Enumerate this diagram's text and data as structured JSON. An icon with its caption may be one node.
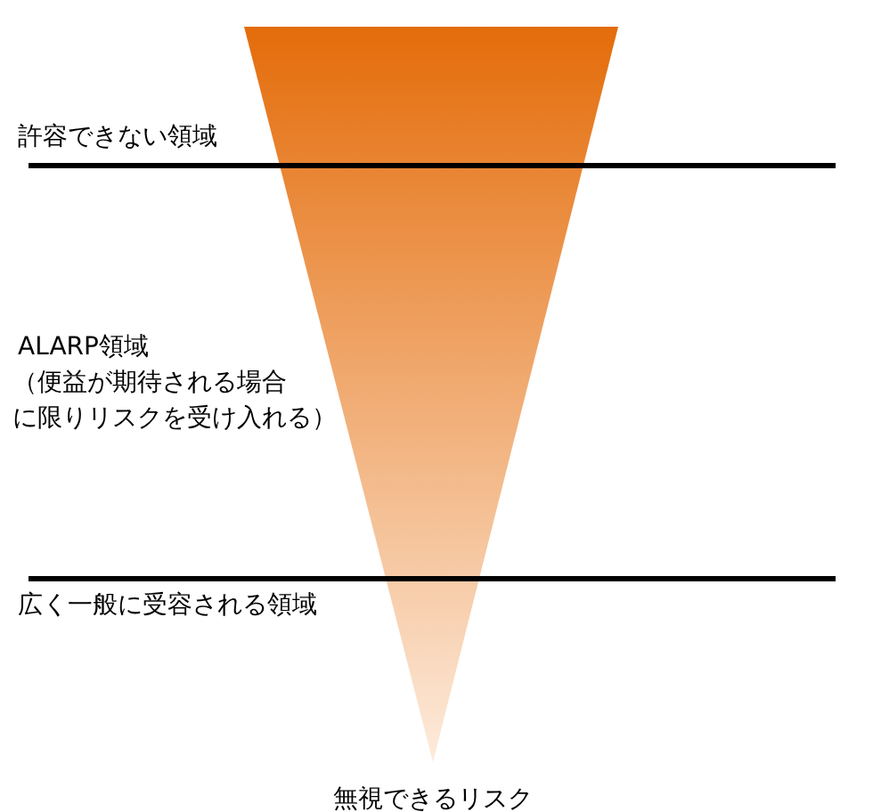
{
  "diagram": {
    "labels": [
      "許容できない領域",
      "ALARP領域",
      "（便益が期待される場合に限りリスクを受け入れる）",
      "広く一般に受容される領域",
      "無視できるリスク"
    ]
  }
}
